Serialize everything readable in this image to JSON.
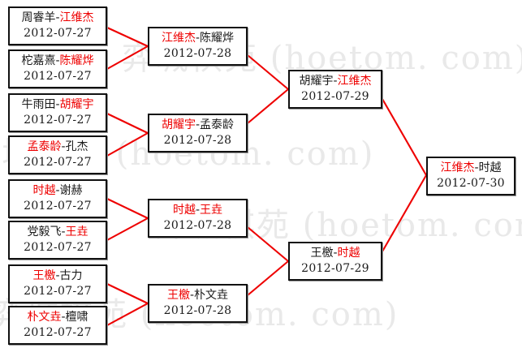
{
  "watermark": {
    "line1": "弈城棋苑 (hoetom. com)",
    "line2": "弈城棋苑 (hoetom. com)",
    "line3": "弈城棋苑 (hoetom. com)",
    "line4": "弈城棋苑 (hoetom. com)"
  },
  "colors": {
    "winner": "#ee0000",
    "connector": "#ee0000",
    "box_border": "#111111",
    "text": "#1a1a1a",
    "background": "#ffffff"
  },
  "bracket": {
    "rounds": [
      {
        "name": "round-of-16",
        "date": "2012-07-27",
        "matches": [
          {
            "left": "周睿羊",
            "right": "江维杰",
            "winner": "right",
            "date": "2012-07-27"
          },
          {
            "left": "柁嘉熹",
            "right": "陈耀烨",
            "winner": "right",
            "date": "2012-07-27"
          },
          {
            "left": "牛雨田",
            "right": "胡耀宇",
            "winner": "right",
            "date": "2012-07-27"
          },
          {
            "left": "孟泰龄",
            "right": "孔杰",
            "winner": "left",
            "date": "2012-07-27"
          },
          {
            "left": "时越",
            "right": "谢赫",
            "winner": "left",
            "date": "2012-07-27"
          },
          {
            "left": "党毅飞",
            "right": "王垚",
            "winner": "right",
            "date": "2012-07-27"
          },
          {
            "left": "王檄",
            "right": "古力",
            "winner": "left",
            "date": "2012-07-27"
          },
          {
            "left": "朴文垚",
            "right": "檀啸",
            "winner": "left",
            "date": "2012-07-27"
          }
        ]
      },
      {
        "name": "quarterfinals",
        "date": "2012-07-28",
        "matches": [
          {
            "left": "江维杰",
            "right": "陈耀烨",
            "winner": "left",
            "date": "2012-07-28"
          },
          {
            "left": "胡耀宇",
            "right": "孟泰龄",
            "winner": "left",
            "date": "2012-07-28"
          },
          {
            "left": "时越",
            "right": "王垚",
            "winner": "both",
            "date": "2012-07-28"
          },
          {
            "left": "王檄",
            "right": "朴文垚",
            "winner": "left",
            "date": "2012-07-28"
          }
        ]
      },
      {
        "name": "semifinals",
        "date": "2012-07-29",
        "matches": [
          {
            "left": "胡耀宇",
            "right": "江维杰",
            "winner": "right",
            "date": "2012-07-29"
          },
          {
            "left": "王檄",
            "right": "时越",
            "winner": "right",
            "date": "2012-07-29"
          }
        ]
      },
      {
        "name": "final",
        "date": "2012-07-30",
        "matches": [
          {
            "left": "江维杰",
            "right": "时越",
            "winner": "left",
            "date": "2012-07-30"
          }
        ]
      }
    ]
  },
  "separator": "-"
}
